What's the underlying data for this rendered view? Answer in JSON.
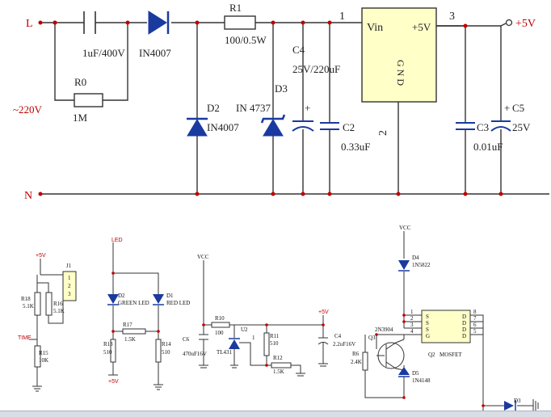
{
  "top_circuit": {
    "L": "L",
    "N": "N",
    "ac": "~220V",
    "cap1": "1uF/400V",
    "r0": "R0",
    "r0_val": "1M",
    "diode1": "IN4007",
    "r1": "R1",
    "r1_val": "100/0.5W",
    "d2": "D2",
    "d2_val": "IN4007",
    "d3": "D3",
    "d3_val": "IN 4737",
    "c4": "C4",
    "c4_val": "25V/220uF",
    "c2": "C2",
    "c2_val": "0.33uF",
    "reg_vin": "Vin",
    "reg_out": "+5V",
    "reg_gnd": "G N D",
    "pin1": "1",
    "pin2": "2",
    "pin3": "3",
    "out": "+5V",
    "c3": "C3",
    "c3_val": "0.01uF",
    "c5": "C5",
    "c5_val": "25V",
    "plus_c4": "+",
    "plus_c5": "+"
  },
  "bottom_left": {
    "plus5v": "+5V",
    "j1": "J1",
    "j1_p1": "1",
    "j1_p2": "2",
    "j1_p3": "3",
    "r18": "R18",
    "r18_val": "5.1K",
    "r16": "R16",
    "r16_val": "5.1K",
    "time": "TIME",
    "r15": "R15",
    "r15_val": "10K"
  },
  "bottom_led": {
    "led": "LED",
    "d2": "D2",
    "d2_name": "GREEN LED",
    "d1": "D1",
    "d1_name": "RED LED",
    "r17": "R17",
    "r17_val": "1.5K",
    "r13": "R13",
    "r13_val": "510",
    "r14": "R14",
    "r14_val": "510",
    "plus5v": "+5V"
  },
  "bottom_mid": {
    "vcc": "VCC",
    "c6": "C6",
    "c6_val": "470uF16V",
    "r10": "R10",
    "r10_val": "100",
    "u2": "U2",
    "u2_pin": "1",
    "u2_name": "TL431",
    "r11": "R11",
    "r11_val": "510",
    "r12": "R12",
    "r12_val": "1.5K",
    "plus5v": "+5V",
    "c4": "C4",
    "c4_val": "2.2uF16V"
  },
  "bottom_right": {
    "vcc": "VCC",
    "d4": "D4",
    "d4_val": "1N5822",
    "q3": "Q3",
    "q3_name": "2N3904",
    "r6": "R6",
    "r6_val": "2.4K",
    "d5": "D5",
    "d5_val": "1N4148",
    "q2": "Q2",
    "q2_name": "MOSFET",
    "pins_left": [
      "1",
      "2",
      "3",
      "4"
    ],
    "names_left": [
      "S",
      "S",
      "S",
      "G"
    ],
    "names_right": [
      "D",
      "D",
      "D",
      "D"
    ],
    "pins_right": [
      "8",
      "7",
      "6",
      "5"
    ],
    "d3": "D3"
  }
}
